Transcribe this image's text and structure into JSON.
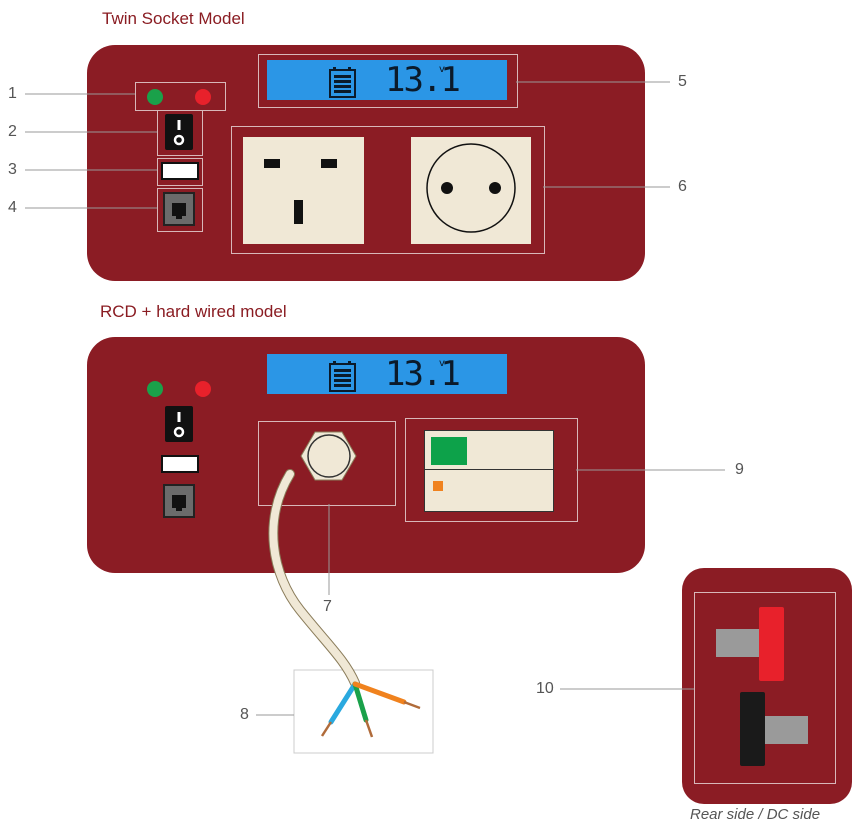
{
  "titles": {
    "twin": "Twin Socket Model",
    "rcd": "RCD + hard wired model"
  },
  "lcd": {
    "voltage": "13.1",
    "unit": "v"
  },
  "callouts": [
    "1",
    "2",
    "3",
    "4",
    "5",
    "6",
    "7",
    "8",
    "9",
    "10"
  ],
  "caption": "Rear side / DC side",
  "colors": {
    "panel": "#8b1c24",
    "lcd": "#2b96e6",
    "led_green": "#1aa14a",
    "led_red": "#e8212b",
    "socket": "#f0e8d6",
    "rcd_green": "#0da24a",
    "rcd_orange": "#f0821e",
    "terminal_red": "#e8212b",
    "terminal_black": "#1a1a1a"
  },
  "icons": [
    "battery-icon",
    "power-switch-icon",
    "usb-port-icon",
    "rj11-port-icon",
    "uk-socket-icon",
    "schuko-socket-icon",
    "cable-gland-icon",
    "wire-ends-icon",
    "rcd-breaker-icon",
    "dc-terminal-icon"
  ]
}
